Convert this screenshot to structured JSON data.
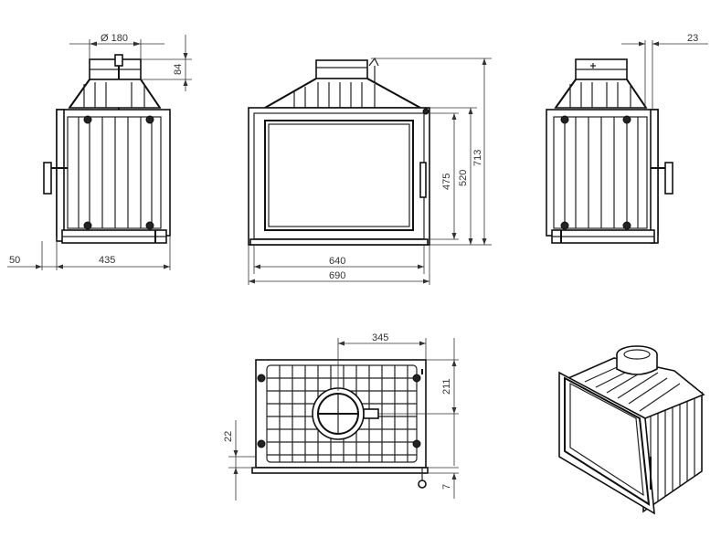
{
  "dimensions": {
    "flue_diameter": "Ø 180",
    "flue_height": "84",
    "side_offset": "23",
    "side_left_offset": "50",
    "depth": "435",
    "glass_width": "640",
    "total_width": "690",
    "glass_height": "475",
    "door_height": "520",
    "total_height": "713",
    "top_depth": "345",
    "top_flue_offset": "211",
    "top_side_offset": "22",
    "top_bottom_offset": "7"
  },
  "colors": {
    "line": "#222222",
    "background": "#ffffff"
  }
}
